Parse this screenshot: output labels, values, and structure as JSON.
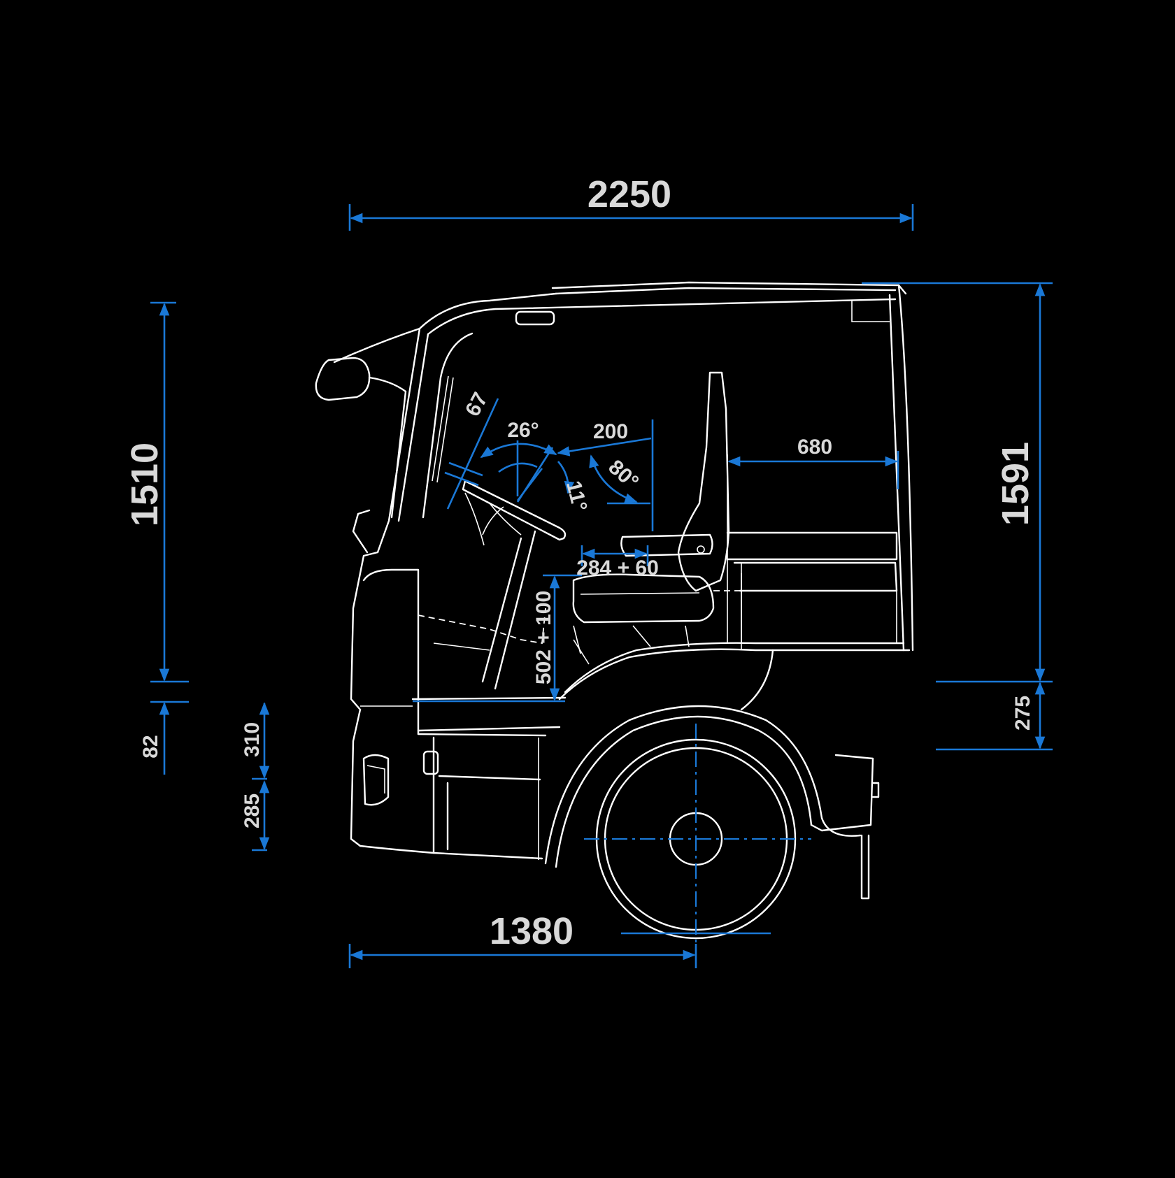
{
  "dimensions": {
    "overall_length": "2250",
    "front_to_axle": "1380",
    "interior_height": "1510",
    "cab_height": "1591",
    "floor_offset": "82",
    "step_upper": "310",
    "step_lower": "285",
    "floor_to_frame": "275",
    "wheel_adjust": "67",
    "wheel_angle": "26°",
    "wheel_tilt": "11°",
    "seat_fore_aft": "200",
    "backrest_angle": "80°",
    "bunk_width": "680",
    "seat_travel": "284 + 60",
    "seat_height": "502 + 100"
  },
  "colors": {
    "background": "#000000",
    "drawing": "#ffffff",
    "dimension_lines": "#1a78d6",
    "dimension_text": "#d9d9d9"
  }
}
